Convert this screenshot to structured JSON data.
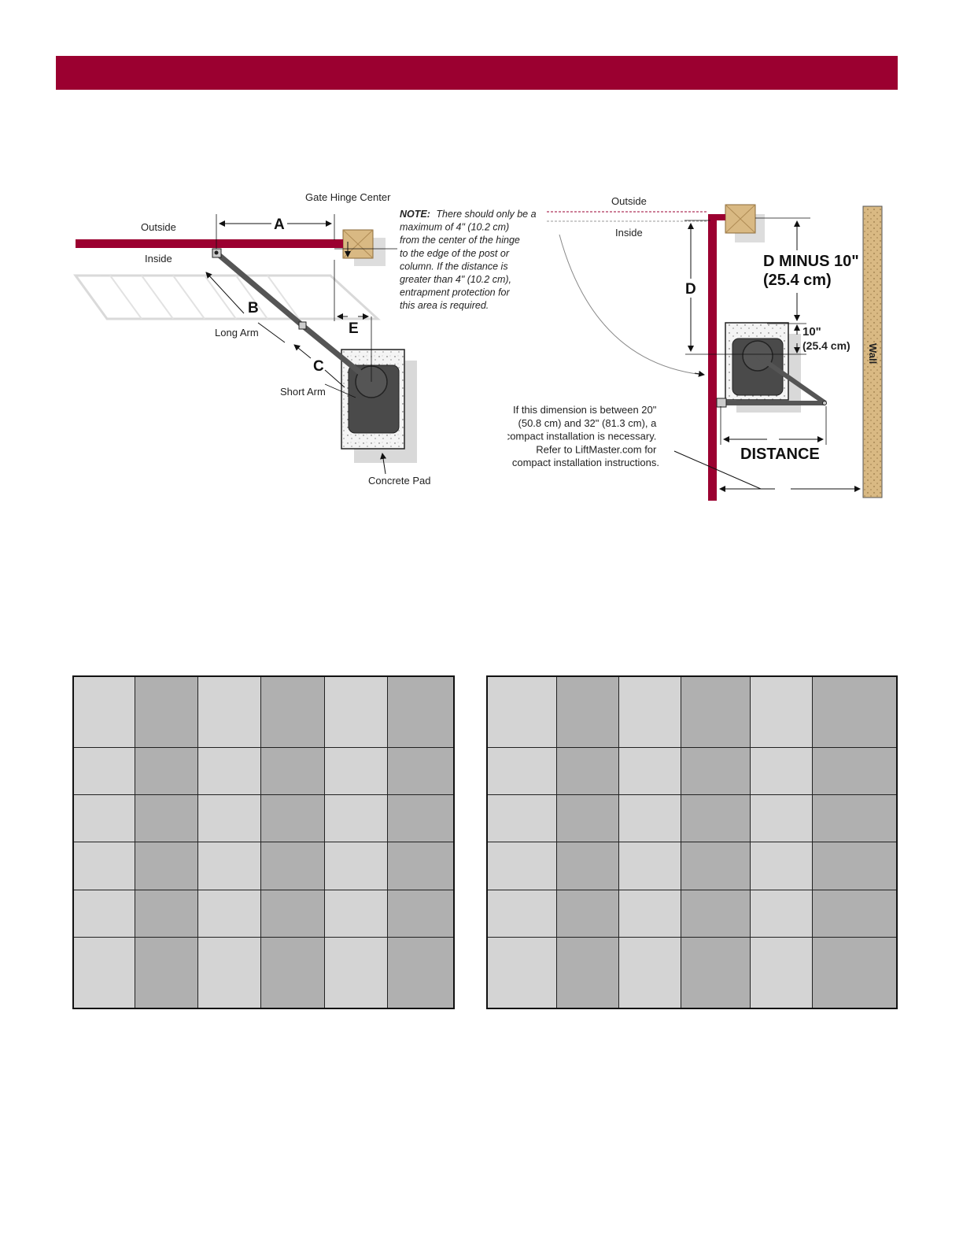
{
  "colors": {
    "accent": "#9b0030",
    "post": "#d9b983",
    "operator": "#4a4a4a",
    "cell_light": "#d4d4d4",
    "cell_dark": "#b0b0b0"
  },
  "left_diagram": {
    "gate_hinge_center": "Gate Hinge Center",
    "outside": "Outside",
    "inside": "Inside",
    "dim_a": "A",
    "dim_b": "B",
    "dim_c": "C",
    "dim_e": "E",
    "long_arm": "Long Arm",
    "short_arm": "Short Arm",
    "concrete_pad": "Concrete Pad",
    "note_label": "NOTE:",
    "note_lines": [
      "There should only be a",
      "maximum of 4\" (10.2 cm)",
      "from the center of the hinge",
      "to the edge of the post or",
      "column. If the distance is",
      "greater than 4\" (10.2 cm),",
      "entrapment protection for",
      "this area is required."
    ]
  },
  "right_diagram": {
    "outside": "Outside",
    "inside": "Inside",
    "dim_d": "D",
    "d_minus_line1": "D MINUS 10\"",
    "d_minus_line2": "(25.4 cm)",
    "ten_line1": "10\"",
    "ten_line2": "(25.4 cm)",
    "wall": "Wall",
    "distance": "DISTANCE",
    "compact_lines": [
      "If this dimension is between 20\"",
      "(50.8 cm) and 32\" (81.3 cm), a",
      "compact installation is necessary.",
      "Refer to LiftMaster.com for",
      "compact installation instructions."
    ]
  },
  "tables": [
    {
      "rows": 6,
      "columns": 6
    },
    {
      "rows": 6,
      "columns": 6
    }
  ]
}
